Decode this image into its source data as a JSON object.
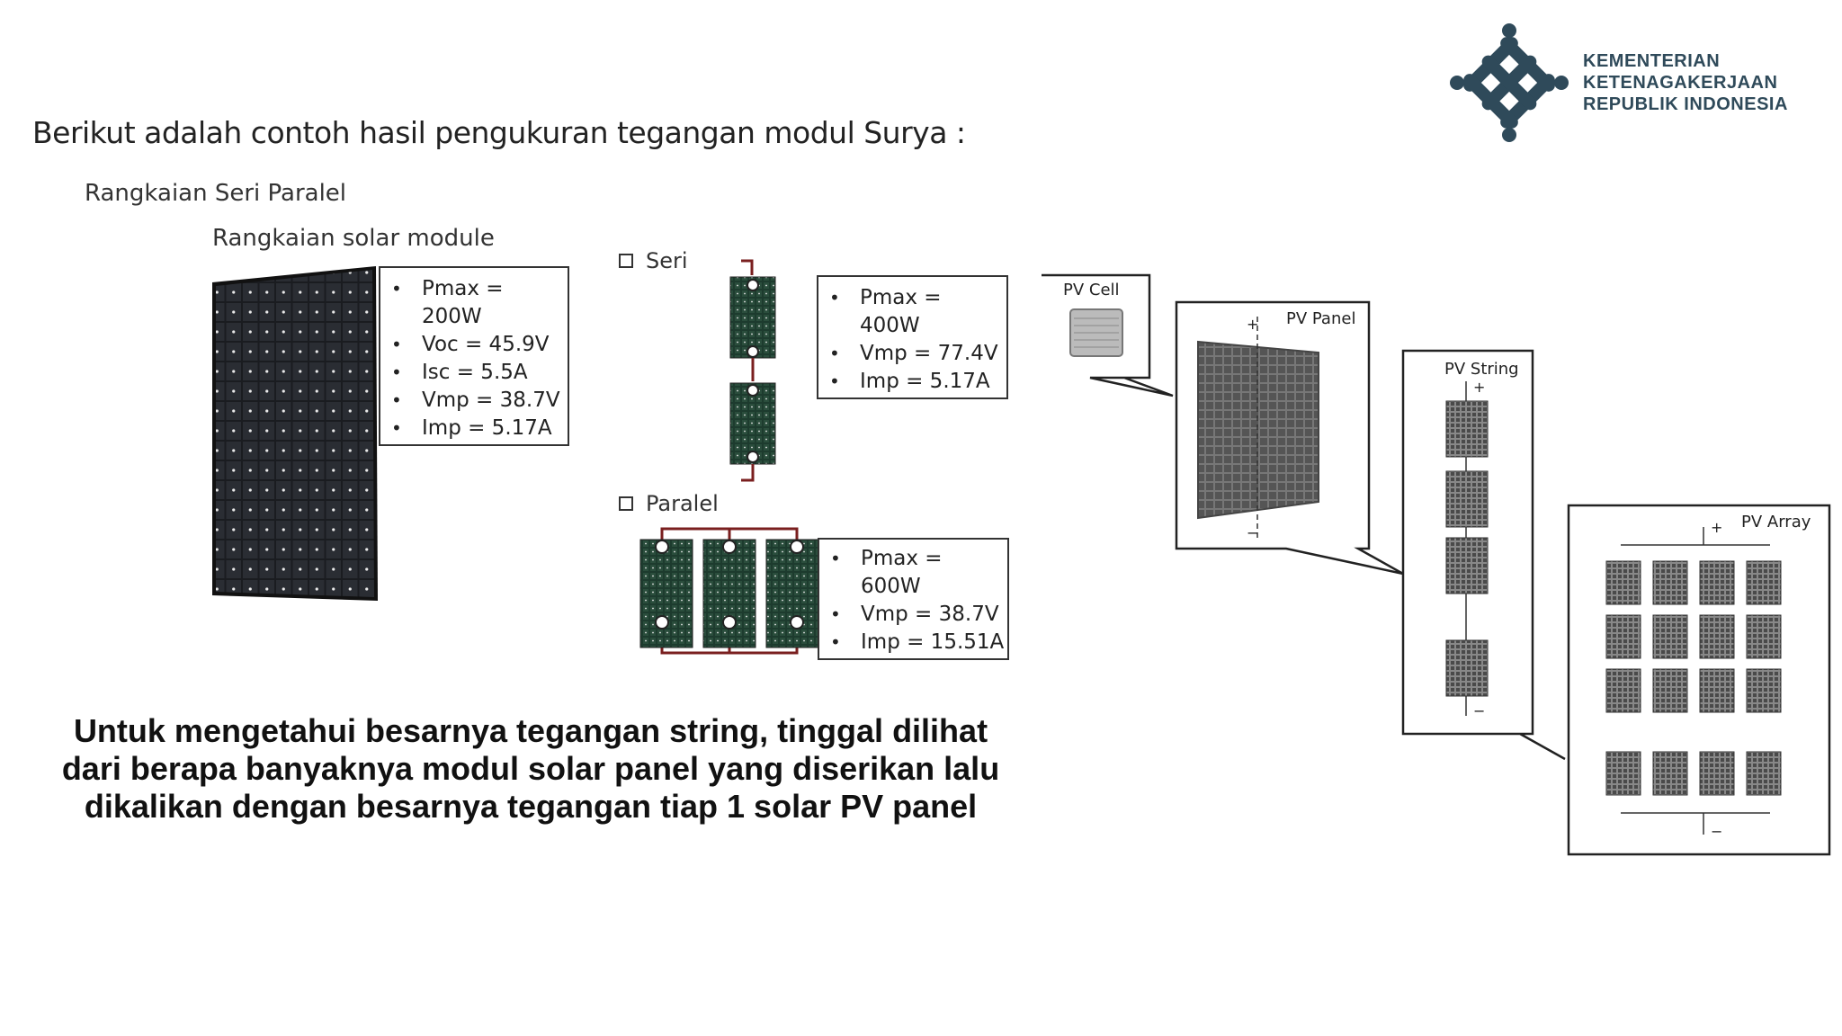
{
  "logo": {
    "line1": "KEMENTERIAN",
    "line2": "KETENAGAKERJAAN",
    "line3": "REPUBLIK INDONESIA",
    "color": "#2f4a5a"
  },
  "heading": "Berikut adalah contoh hasil pengukuran tegangan modul Surya :",
  "subtitle_series_parallel": "Rangkaian Seri Paralel",
  "subtitle_module": "Rangkaian solar module",
  "module_specs": [
    "Pmax =",
    "200W",
    "Voc = 45.9V",
    "Isc = 5.5A",
    "Vmp = 38.7V",
    "Imp = 5.17A"
  ],
  "seri": {
    "label": "Seri",
    "specs": [
      "Pmax =",
      "400W",
      "Vmp = 77.4V",
      "Imp = 5.17A"
    ]
  },
  "paralel": {
    "label": "Paralel",
    "specs": [
      "Pmax =",
      "600W",
      "Vmp = 38.7V",
      "Imp = 15.51A"
    ]
  },
  "pv_hierarchy": {
    "cell": "PV Cell",
    "panel": "PV Panel",
    "string": "PV String",
    "array": "PV Array"
  },
  "caption": "Untuk mengetahui besarnya tegangan string, tinggal dilihat dari berapa banyaknya modul solar panel yang diserikan lalu dikalikan dengan besarnya tegangan tiap 1 solar PV panel"
}
